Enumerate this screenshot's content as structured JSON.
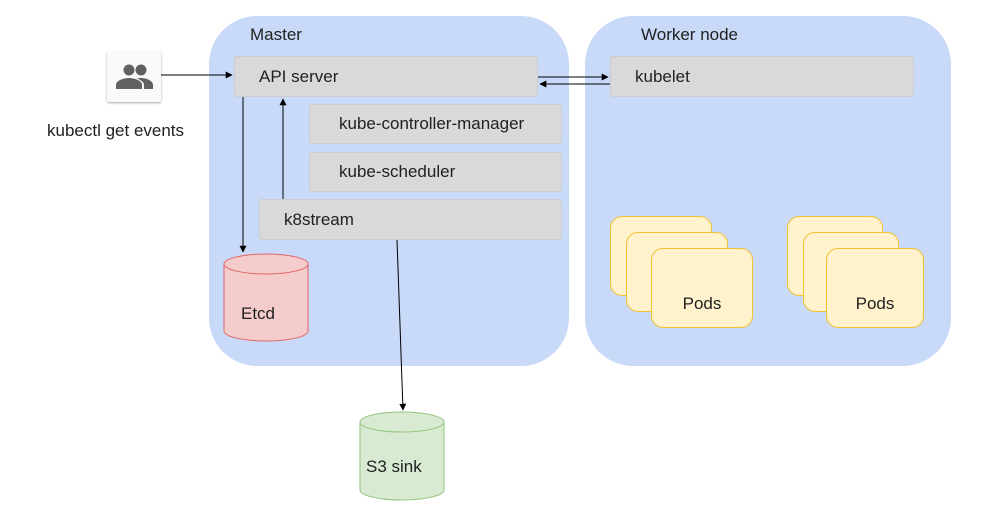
{
  "client": {
    "icon": "users-icon",
    "caption": "kubectl get events"
  },
  "master": {
    "title": "Master",
    "api_server": "API server",
    "controller_manager": "kube-controller-manager",
    "scheduler": "kube-scheduler",
    "k8stream": "k8stream",
    "etcd": "Etcd"
  },
  "worker": {
    "title": "Worker node",
    "kubelet": "kubelet",
    "pods_left": "Pods",
    "pods_right": "Pods"
  },
  "sink": {
    "label": "S3 sink"
  },
  "colors": {
    "panel": "#c9daf8",
    "box": "#d9d9d9",
    "pod": "#fff2cc",
    "etcd_fill": "#f4cccc",
    "etcd_stroke": "#e06666",
    "sink_fill": "#d9ead3",
    "sink_stroke": "#93c47d",
    "icon": "#616161"
  }
}
